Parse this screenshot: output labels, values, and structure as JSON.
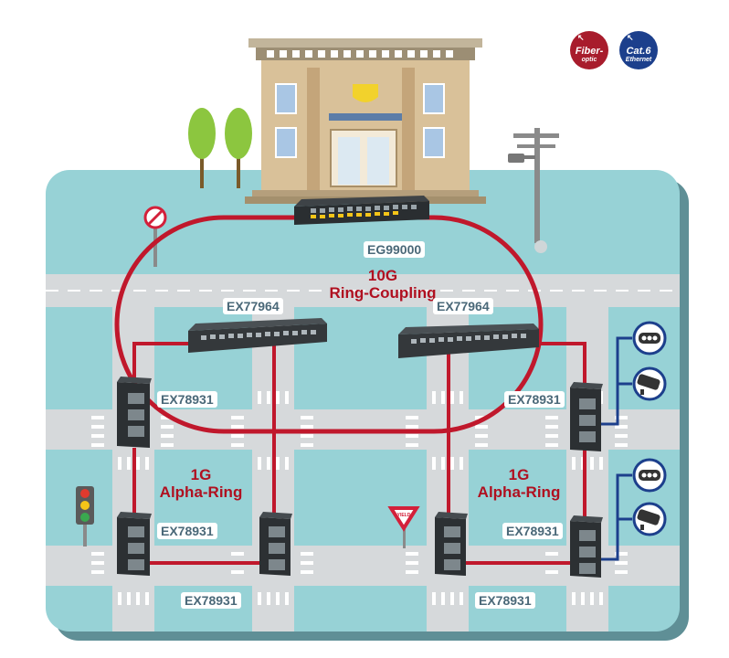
{
  "legend": {
    "fiber": {
      "line1": "Fiber-",
      "line2": "optic",
      "color": "#a81c2c"
    },
    "cat6": {
      "line1": "Cat.6",
      "line2": "Ethernet",
      "color": "#1c3f8c"
    }
  },
  "core": {
    "label": "EG99000"
  },
  "ring_top": {
    "line1": "10G",
    "line2": "Ring-Coupling"
  },
  "distribution": {
    "left_label": "EX77964",
    "right_label": "EX77964"
  },
  "left_ring": {
    "line1": "1G",
    "line2": "Alpha-Ring",
    "top_label": "EX78931",
    "mid_label": "EX78931",
    "bottom_label": "EX78931"
  },
  "right_ring": {
    "line1": "1G",
    "line2": "Alpha-Ring",
    "top_label": "EX78931",
    "mid_label": "EX78931",
    "bottom_label": "EX78931"
  },
  "yield_sign": {
    "text": "YIELD"
  },
  "colors": {
    "fiber": "#c0182c",
    "copper": "#1c3f8c",
    "ground": "#97d2d6",
    "road": "#d6d9db"
  }
}
